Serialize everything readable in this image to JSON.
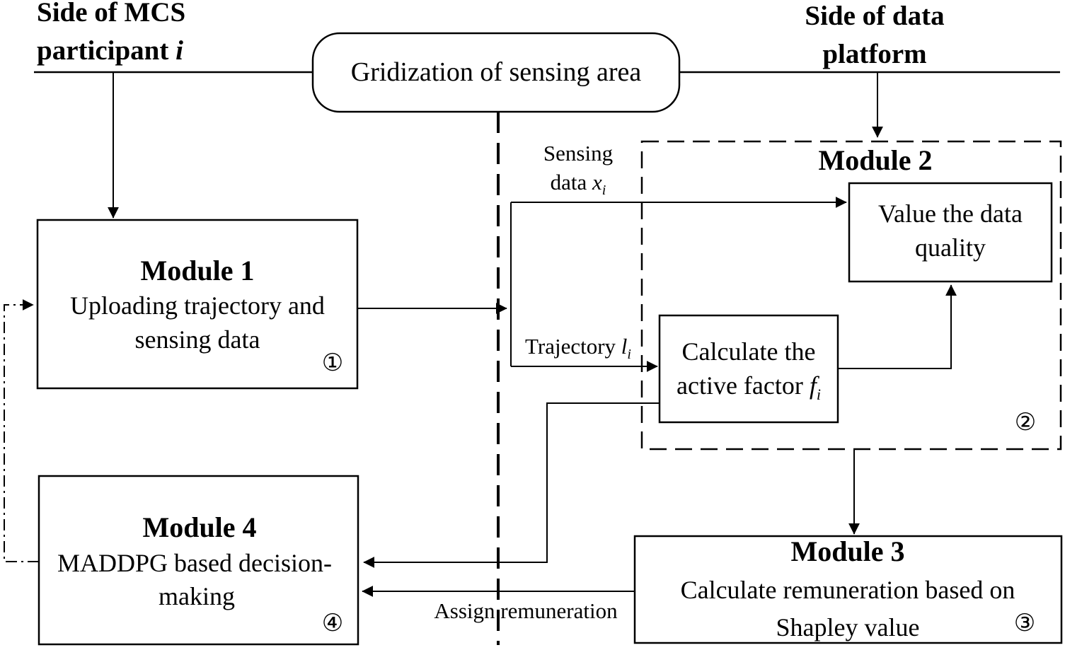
{
  "header": {
    "left_line1": "Side of MCS",
    "left_line2_prefix": "participant ",
    "left_line2_var": "i",
    "right_line1": "Side of data",
    "right_line2": "platform"
  },
  "gridization": {
    "label": "Gridization of sensing area"
  },
  "module1": {
    "title": "Module 1",
    "line1": "Uploading trajectory and",
    "line2": "sensing data",
    "number": "①"
  },
  "module2": {
    "title": "Module 2",
    "number": "②",
    "value_box": {
      "line1": "Value the data",
      "line2": "quality"
    },
    "factor_box": {
      "line1": "Calculate the",
      "line2_prefix": "active factor ",
      "line2_var": "f",
      "line2_sub": "i"
    }
  },
  "module3": {
    "title": "Module 3",
    "line1": "Calculate remuneration based on",
    "line2": "Shapley value",
    "number": "③"
  },
  "module4": {
    "title": "Module 4",
    "line1": "MADDPG based decision-",
    "line2": "making",
    "number": "④"
  },
  "labels": {
    "sensing_line1": "Sensing",
    "sensing_line2_prefix": "data ",
    "sensing_var": "x",
    "sensing_sub": "i",
    "trajectory_prefix": "Trajectory ",
    "trajectory_var": "l",
    "trajectory_sub": "i",
    "assign": "Assign remuneration"
  }
}
